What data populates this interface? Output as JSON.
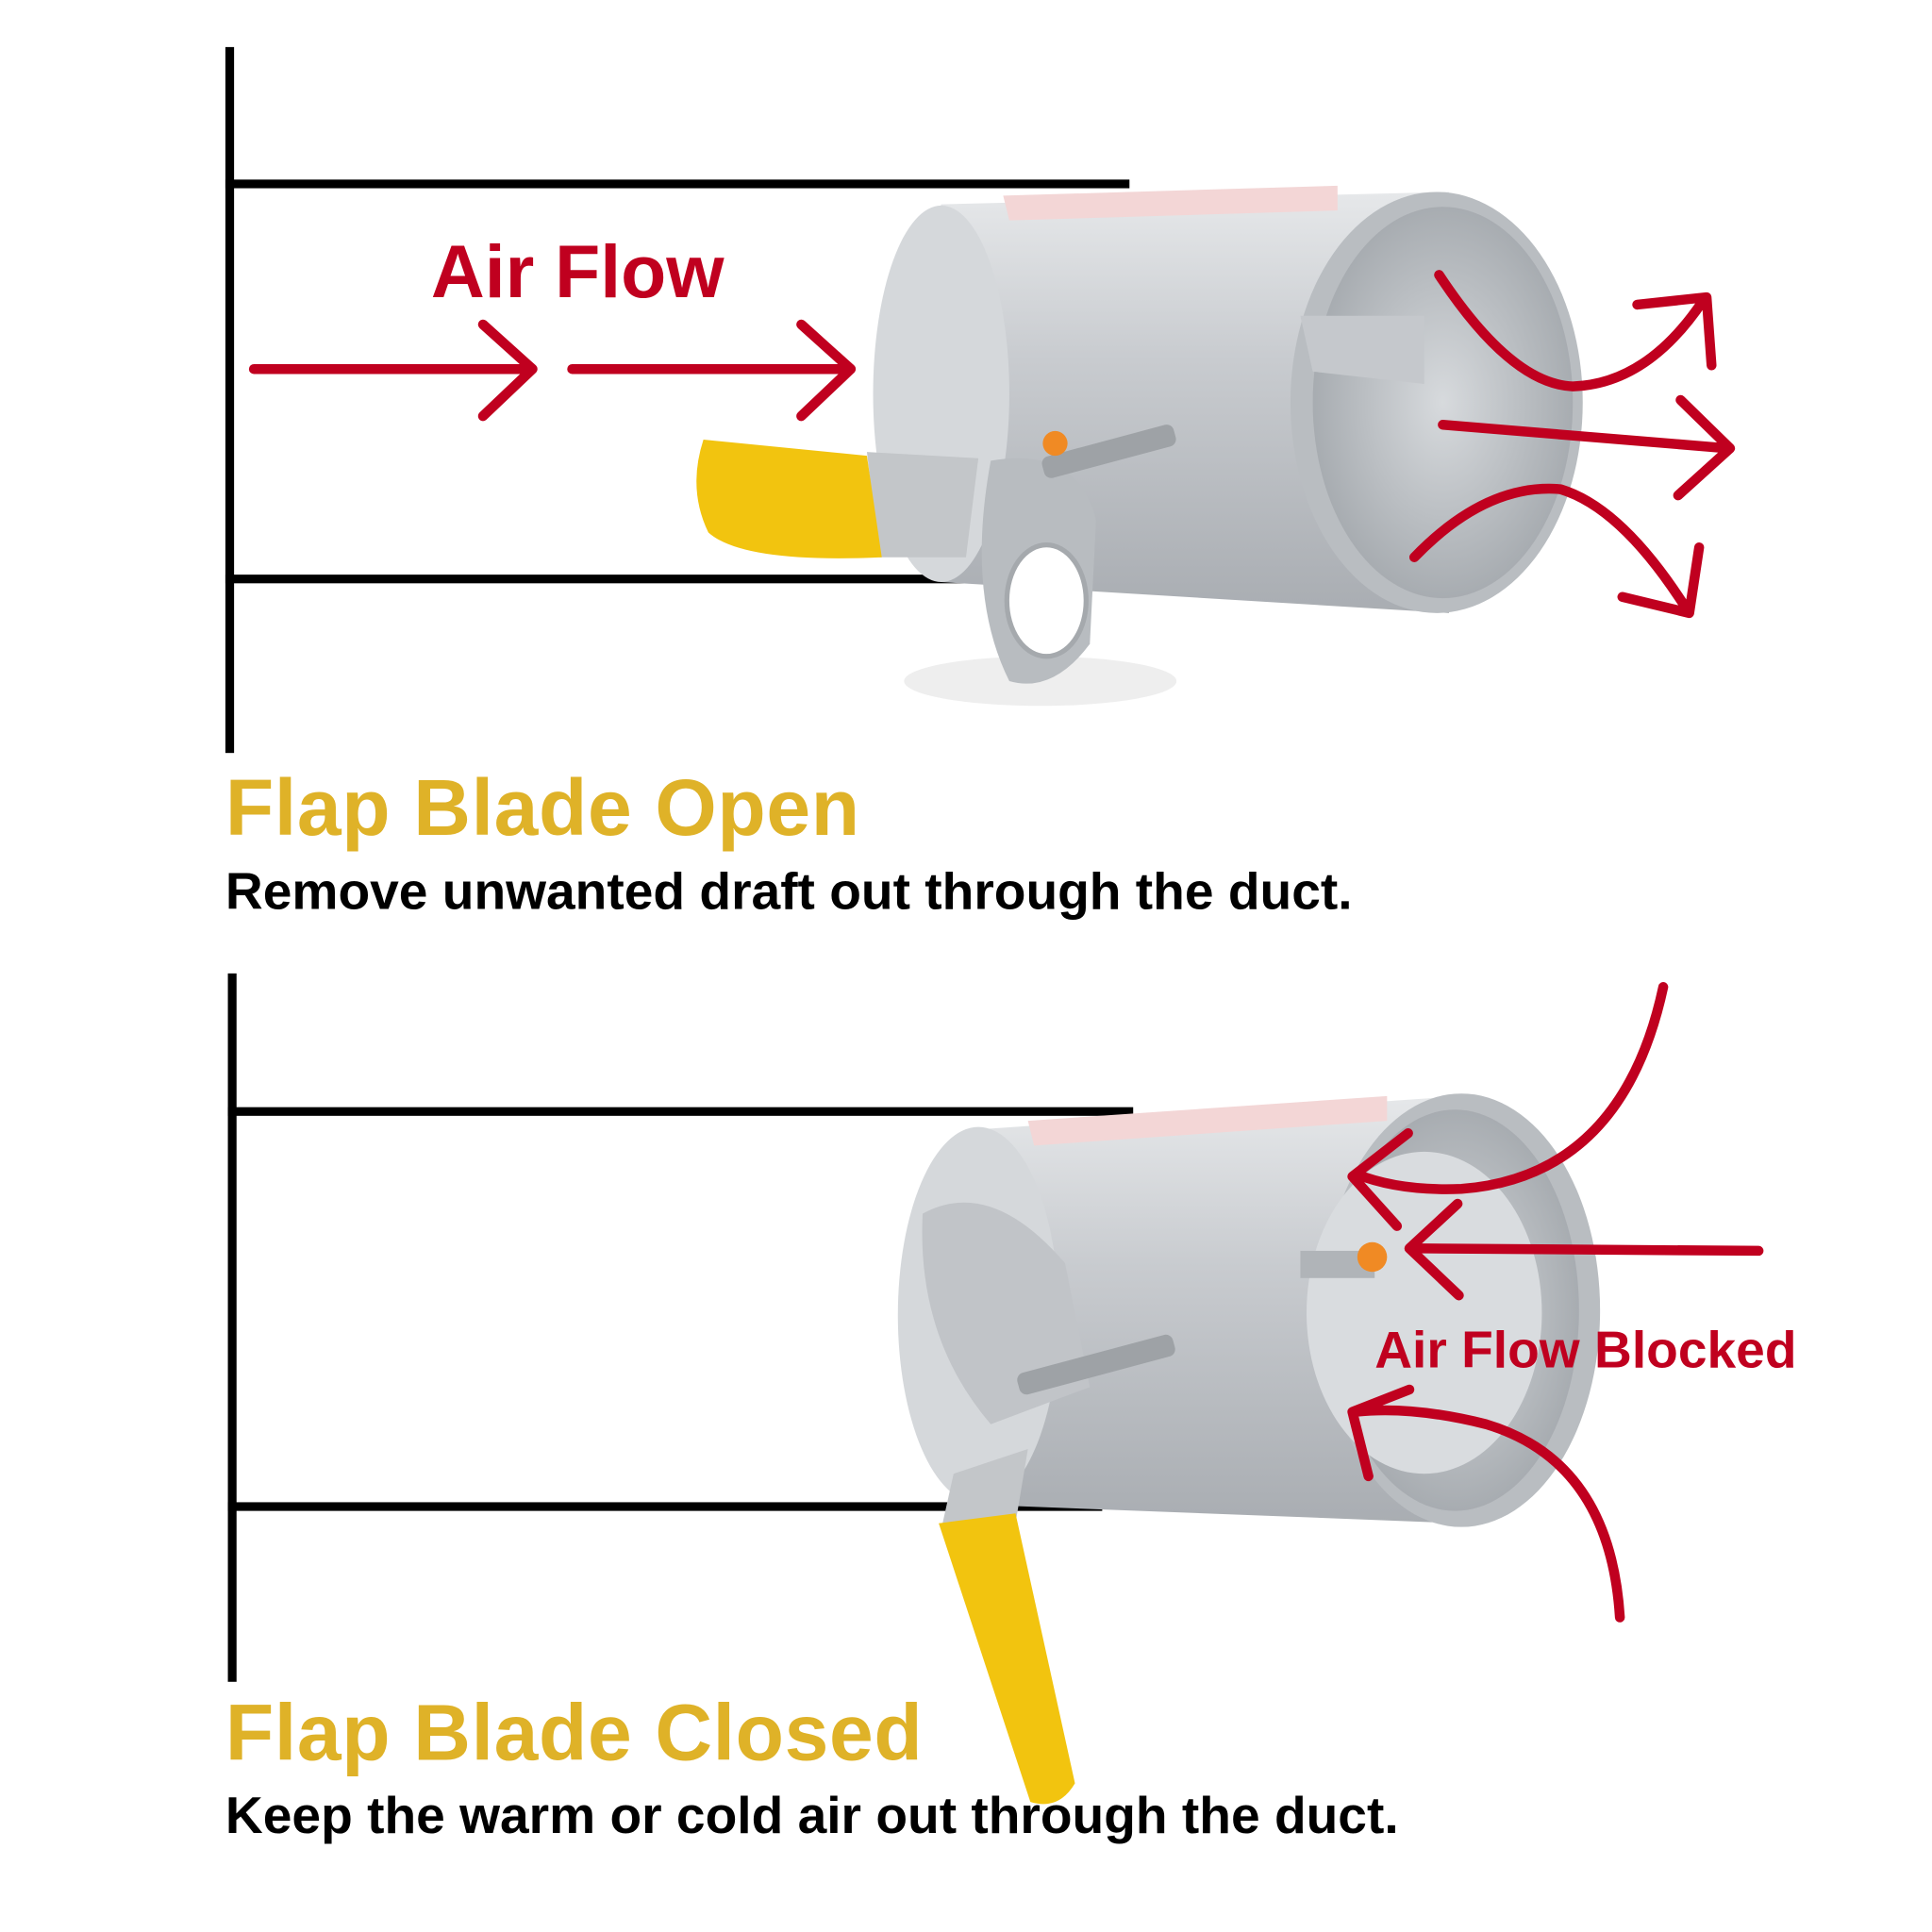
{
  "colors": {
    "accent_red": "#c0001f",
    "title_gold": "#dfb228",
    "handle_yellow": "#f2c40f",
    "metal": "#c9ccd0"
  },
  "top_panel": {
    "arrow_label": "Air Flow",
    "title": "Flap Blade Open",
    "description": "Remove unwanted draft out through the duct."
  },
  "bottom_panel": {
    "arrow_label": "Air Flow Blocked",
    "title": "Flap Blade Closed",
    "description": "Keep the warm or cold air out through the duct."
  }
}
